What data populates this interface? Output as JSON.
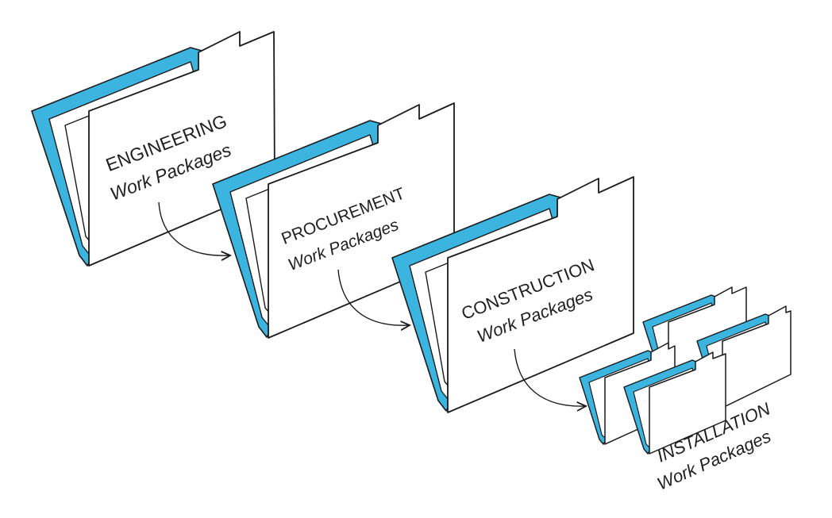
{
  "diagram": {
    "accent_color": "#3cb4e0",
    "line_color": "#1a1a1a",
    "stages": [
      {
        "id": "engineering",
        "title": "ENGINEERING",
        "subtitle": "Work Packages"
      },
      {
        "id": "procurement",
        "title": "PROCUREMENT",
        "subtitle": "Work Packages"
      },
      {
        "id": "construction",
        "title": "CONSTRUCTION",
        "subtitle": "Work Packages"
      },
      {
        "id": "installation",
        "title": "INSTALLATION",
        "subtitle": "Work Packages"
      }
    ],
    "arrows": [
      {
        "from": "engineering",
        "to": "procurement"
      },
      {
        "from": "procurement",
        "to": "construction"
      },
      {
        "from": "construction",
        "to": "installation"
      }
    ],
    "installation_folder_count": 4
  }
}
